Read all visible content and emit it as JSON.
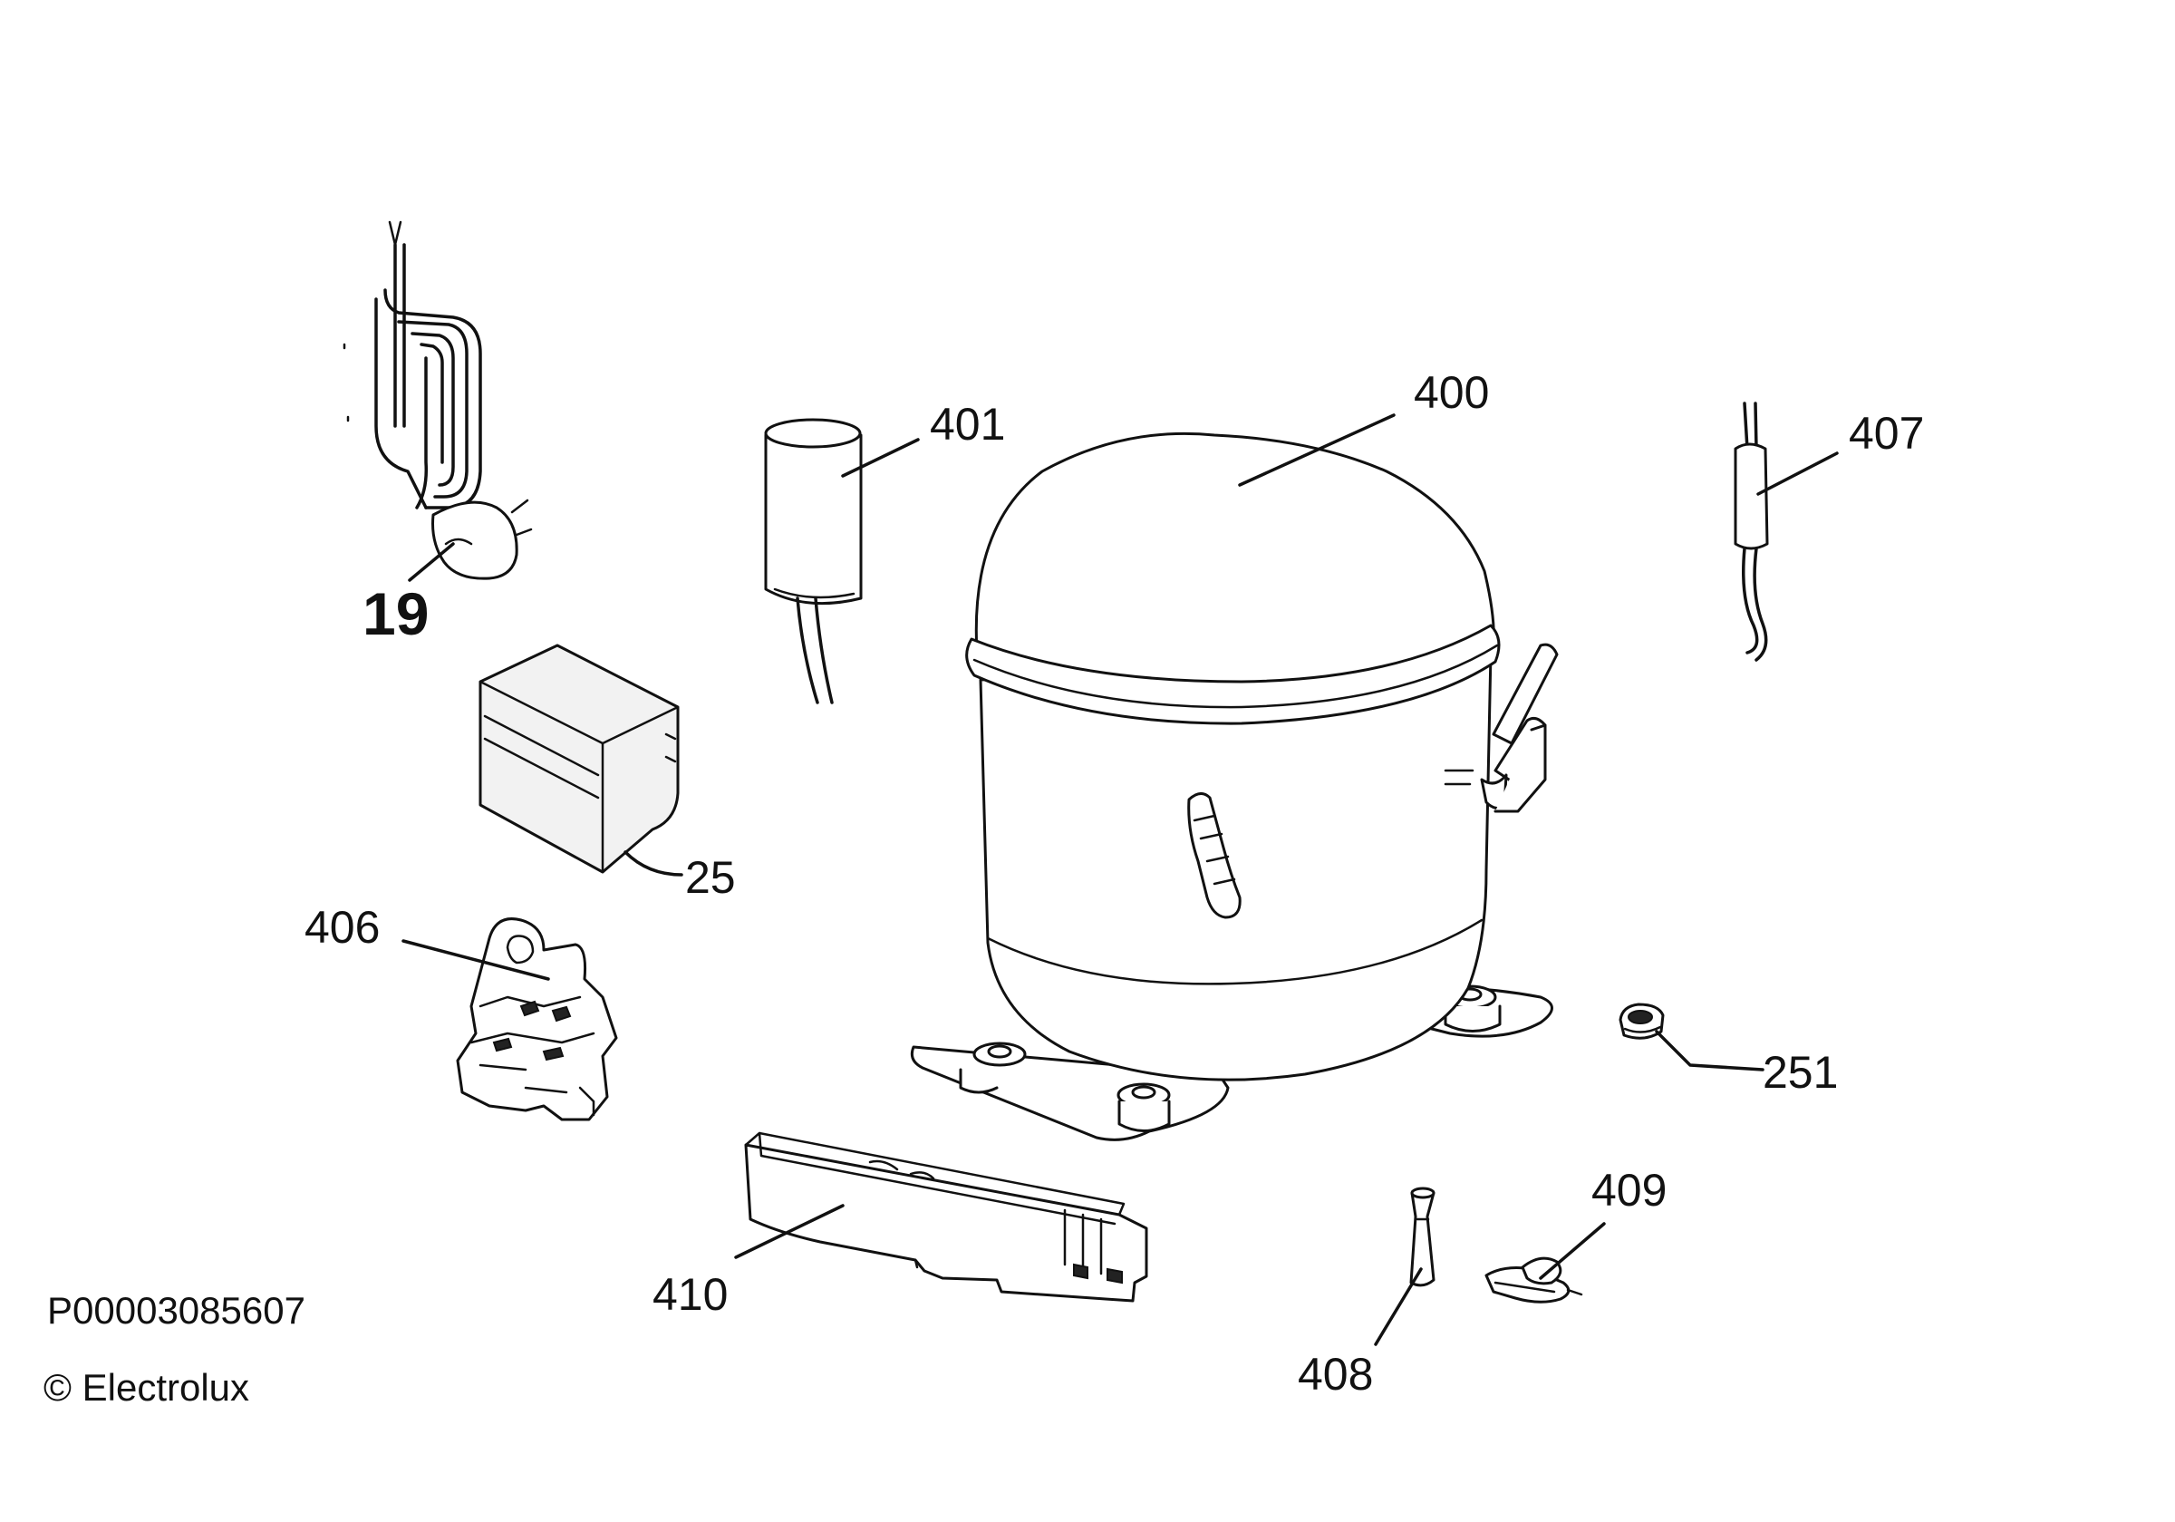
{
  "diagram": {
    "labels": {
      "p19": "19",
      "p25": "25",
      "p251": "251",
      "p400": "400",
      "p401": "401",
      "p406": "406",
      "p407": "407",
      "p408": "408",
      "p409": "409",
      "p410": "410"
    },
    "footer": {
      "part_number": "P00003085607",
      "copyright": "© Electrolux"
    }
  }
}
